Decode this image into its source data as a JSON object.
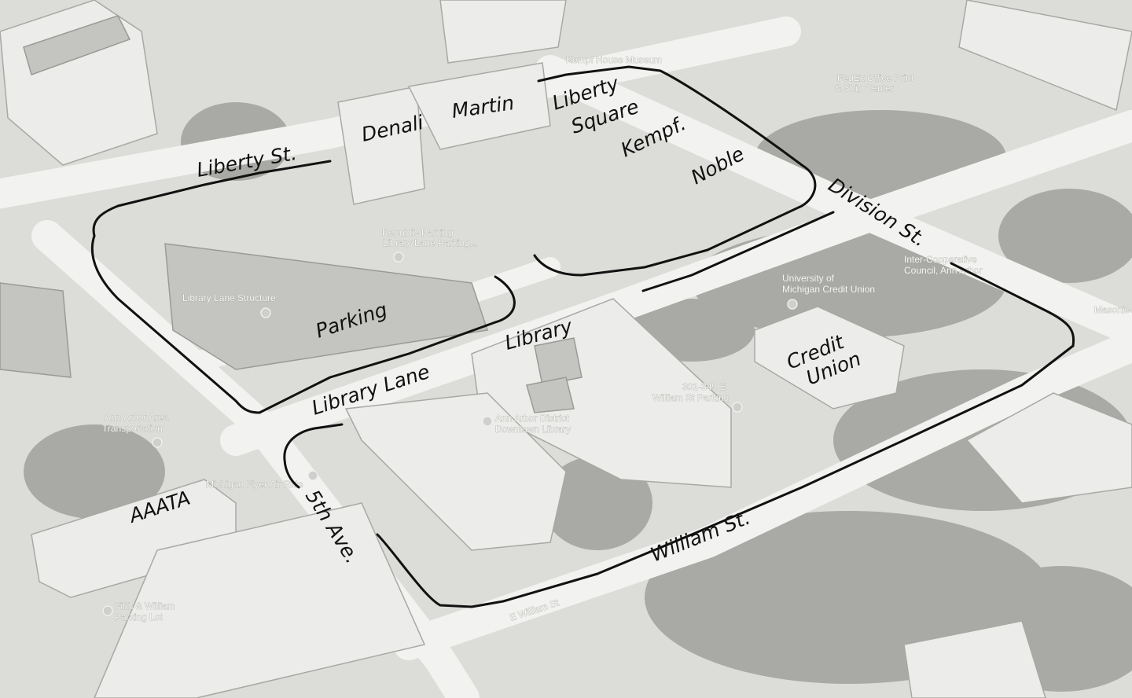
{
  "map": {
    "handwritten_labels": {
      "liberty_st": "Liberty St.",
      "denali": "Denali",
      "martin": "Martin",
      "liberty_square_1": "Liberty",
      "liberty_square_2": "Square",
      "kempf": "Kempf.",
      "noble": "Noble",
      "division_st": "Division St.",
      "parking": "Parking",
      "library": "Library",
      "library_lane": "Library Lane",
      "credit_union_1": "Credit",
      "credit_union_2": "Union",
      "aaata": "AAATA",
      "fifth_ave": "5th Ave.",
      "william_st": "William St."
    },
    "printed_labels": {
      "kempf_house": "Kempf House Museum",
      "fedex_1": "FedEx Office Print",
      "fedex_2": "& Ship Center",
      "republic_1": "Republic Parking",
      "republic_2": "Library Lane Parking...",
      "library_lane_structure": "Library Lane Structure",
      "aadl_1": "Ann Arbor District",
      "aadl_2": "Downtown Library",
      "william_parking_1": "301-349 E",
      "william_parking_2": "William St Parking",
      "umcu_1": "University of",
      "umcu_2": "Michigan Credit Union",
      "icc_1": "Inter-Cooperative",
      "icc_2": "Council, Ann Arbor",
      "masonic": "Masonic Ph",
      "aata_1": "Ann Arbor Area",
      "aata_2": "Transportation",
      "flyer": "Michigan Flyer Air Ride",
      "fifth_william_1": "Fifth & William",
      "fifth_william_2": "Parking Lot",
      "e_william": "E William St"
    }
  }
}
